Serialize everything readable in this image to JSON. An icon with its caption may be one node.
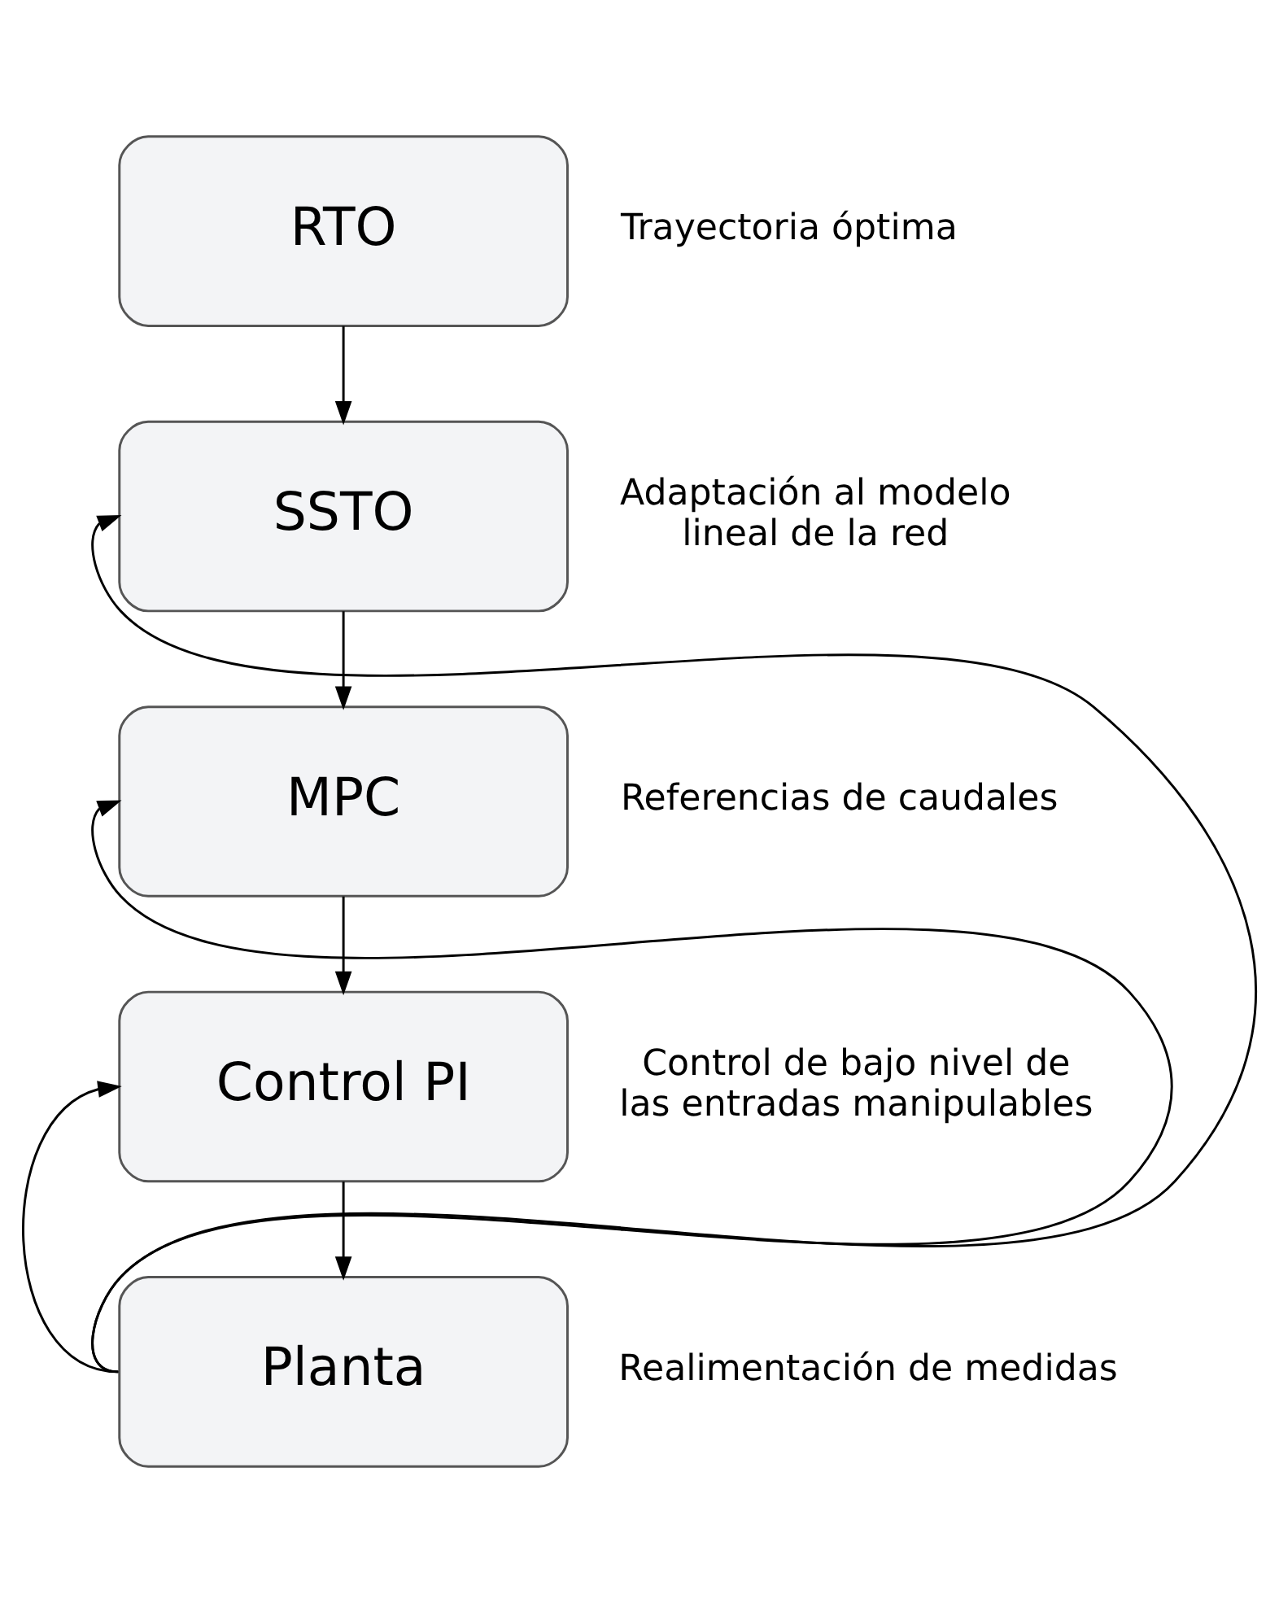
{
  "diagram": {
    "nodes": [
      {
        "text": [
          "RTO"
        ],
        "beside": [
          "Trayectoria óptima"
        ]
      },
      {
        "text": [
          "SSTO"
        ],
        "beside": [
          "Adaptación al modelo lineal de la red"
        ]
      },
      {
        "text": [
          "MPC"
        ],
        "beside": [
          "Referencias de caudales"
        ]
      },
      {
        "text": [
          "Control PI"
        ],
        "beside": [
          "Control de bajo nivel de las entradas manipulables"
        ]
      },
      {
        "text": [
          "Planta"
        ],
        "beside": [
          "Realimentación de medidas"
        ]
      }
    ],
    "edges": [
      {
        "from": 0,
        "to": 1,
        "arrow": "to"
      },
      {
        "from": 1,
        "to": 2,
        "arrow": "to"
      },
      {
        "from": 2,
        "to": 3,
        "arrow": "to"
      },
      {
        "from": 3,
        "to": 4,
        "arrow": "to"
      },
      {
        "from": 4,
        "to": 1,
        "arrow": "to"
      },
      {
        "from": 4,
        "to": 2,
        "arrow": "to"
      },
      {
        "from": 4,
        "to": 3,
        "arrow": "to"
      }
    ]
  }
}
